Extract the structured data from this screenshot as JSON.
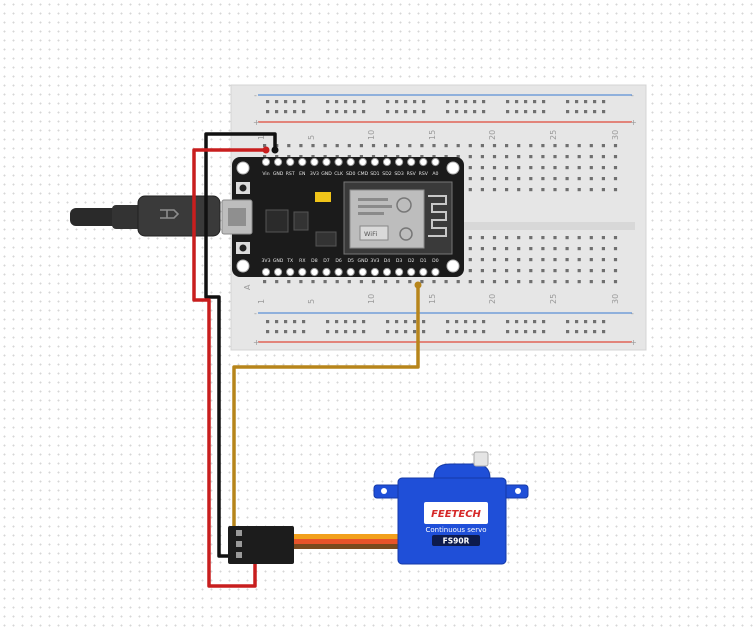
{
  "breadboard": {
    "column_numbers": [
      "1",
      "5",
      "10",
      "15",
      "20",
      "25",
      "30"
    ],
    "row_letter": "A",
    "rail_plus": "+",
    "rail_minus": "-"
  },
  "board": {
    "top_pins": [
      "Vin",
      "GND",
      "RST",
      "EN",
      "3V3",
      "GND",
      "CLK",
      "SD0",
      "CMD",
      "SD1",
      "SD2",
      "SD3",
      "RSV",
      "RSV",
      "A0"
    ],
    "bottom_pins": [
      "3V3",
      "GND",
      "TX",
      "RX",
      "D8",
      "D7",
      "D6",
      "D5",
      "GND",
      "3V3",
      "D4",
      "D3",
      "D2",
      "D1",
      "D0"
    ],
    "module_text": "WiFi"
  },
  "servo": {
    "brand": "FEETECH",
    "description": "Continuous servo",
    "model": "FS90R"
  },
  "colors": {
    "breadboard": "#e6e6e6",
    "rail_red": "#e04a3a",
    "rail_blue": "#5b8fd6",
    "pcb": "#1b1b1b",
    "servo_blue": "#1f4fd8",
    "wire_red": "#c81e1e",
    "wire_black": "#111111",
    "wire_signal": "#b7851b"
  }
}
